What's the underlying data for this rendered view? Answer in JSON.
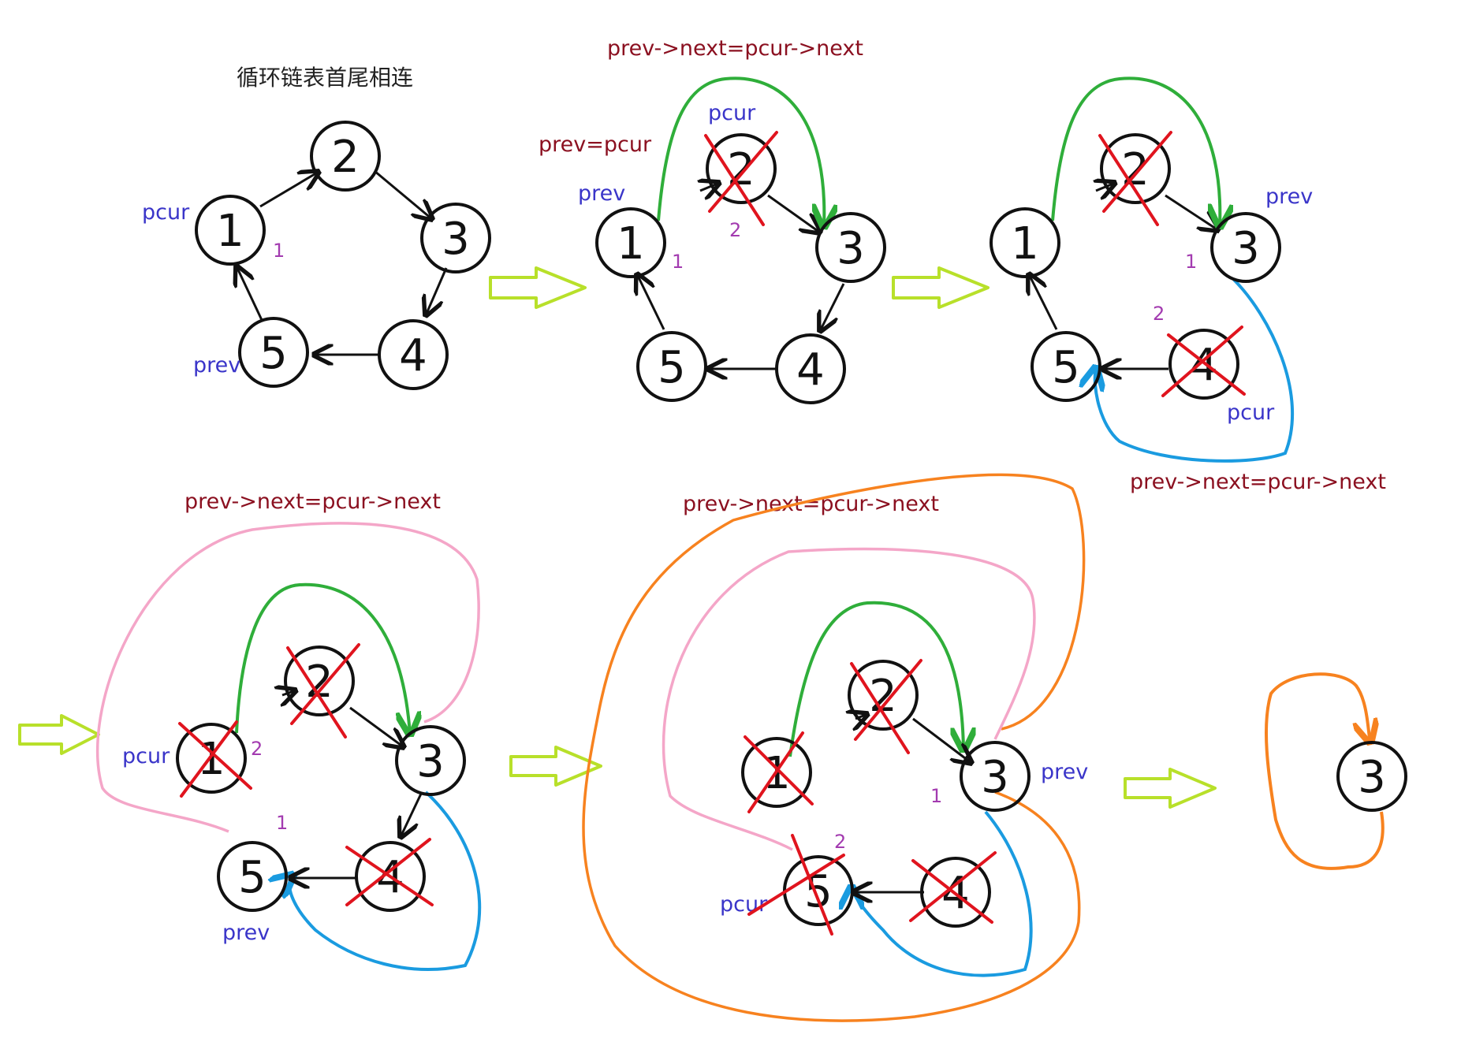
{
  "title": "循环链表首尾相连",
  "nodes": [
    "1",
    "2",
    "3",
    "4",
    "5"
  ],
  "labels": {
    "pcur": "pcur",
    "prev": "prev",
    "prev_eq_pcur": "prev=pcur",
    "prev_next_assign": "prev->next=pcur->next",
    "idx1": "1",
    "idx2": "2"
  },
  "colors": {
    "green": "#2fae3a",
    "blue": "#1a9be0",
    "pink": "#f4a6c8",
    "orange": "#f7821f",
    "red_x": "#e0141e",
    "arrow_fill": "#ffffff",
    "arrow_stroke": "#b8e02a"
  }
}
